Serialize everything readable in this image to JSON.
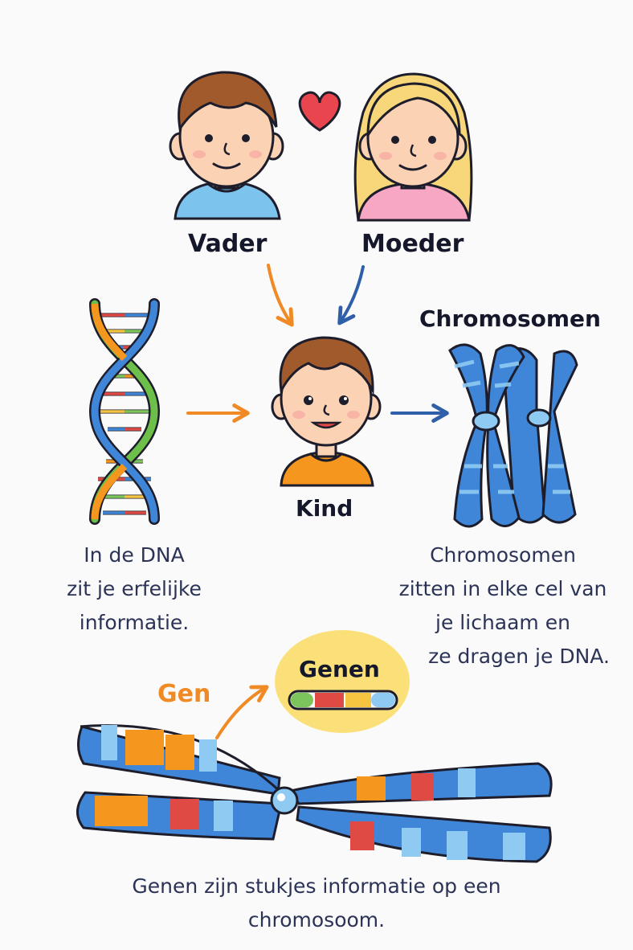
{
  "labels": {
    "father": "Vader",
    "mother": "Moeder",
    "child": "Kind",
    "chromosomes": "Chromosomen",
    "genes": "Genen",
    "gene": "Gen"
  },
  "texts": {
    "dna": [
      "In de DNA",
      "zit je erfelijke",
      "informatie."
    ],
    "chromosomes": [
      "Chromosomen",
      "zitten in elke cel van",
      "je lichaam en",
      "ze dragen je DNA."
    ],
    "genes": [
      "Genen zijn stukjes informatie op een",
      "chromosoom."
    ]
  },
  "colors": {
    "orange_arrow": "#f08a24",
    "blue_arrow": "#2f5fa8",
    "chromosome_blue": "#3f86d8",
    "chromosome_light": "#8fcaf2",
    "gene_orange": "#f5961e",
    "gene_red": "#e04a45",
    "heart": "#e8454f",
    "genes_badge": "#fbe07a"
  },
  "icons": {
    "heart": "heart-icon",
    "dna": "dna-helix-icon",
    "chromosome": "chromosome-icon",
    "gene_bar": "gene-bar-icon"
  }
}
